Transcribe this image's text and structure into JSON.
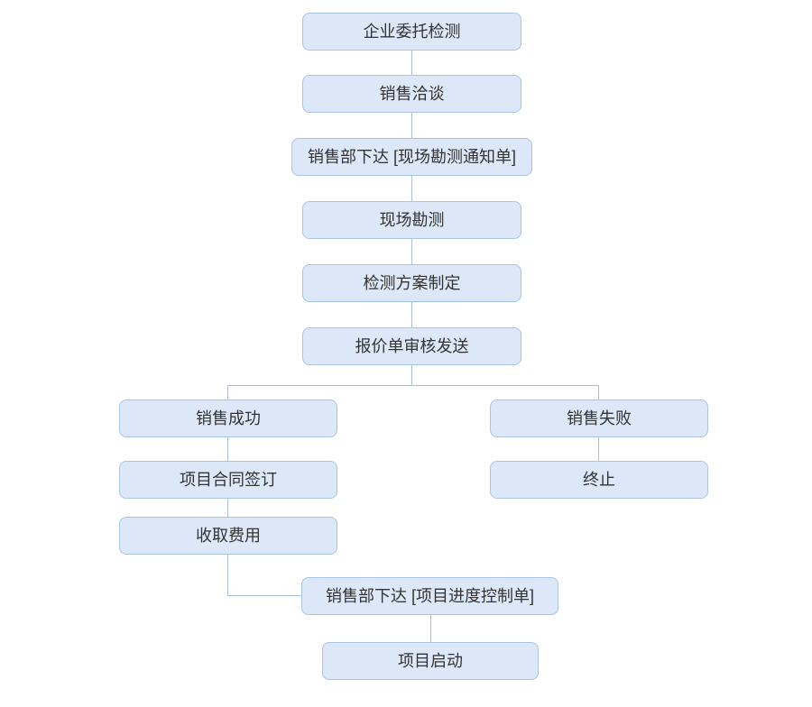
{
  "diagram": {
    "type": "flowchart",
    "colors": {
      "node_fill": "#dce8f7",
      "node_border": "#a8c3e6",
      "edge": "#aabfde",
      "text": "#333333",
      "background": "#ffffff"
    },
    "nodes": [
      {
        "id": "n1",
        "label": "企业委托检测"
      },
      {
        "id": "n2",
        "label": "销售洽谈"
      },
      {
        "id": "n3",
        "label": "销售部下达 [现场勘测通知单]"
      },
      {
        "id": "n4",
        "label": "现场勘测"
      },
      {
        "id": "n5",
        "label": "检测方案制定"
      },
      {
        "id": "n6",
        "label": "报价单审核发送"
      },
      {
        "id": "n7",
        "label": "销售成功"
      },
      {
        "id": "n8",
        "label": "销售失败"
      },
      {
        "id": "n9",
        "label": "项目合同签订"
      },
      {
        "id": "n10",
        "label": "终止"
      },
      {
        "id": "n11",
        "label": "收取费用"
      },
      {
        "id": "n12",
        "label": "销售部下达 [项目进度控制单]"
      },
      {
        "id": "n13",
        "label": "项目启动"
      }
    ],
    "edges": [
      {
        "from": "n1",
        "to": "n2"
      },
      {
        "from": "n2",
        "to": "n3"
      },
      {
        "from": "n3",
        "to": "n4"
      },
      {
        "from": "n4",
        "to": "n5"
      },
      {
        "from": "n5",
        "to": "n6"
      },
      {
        "from": "n6",
        "to": "n7"
      },
      {
        "from": "n6",
        "to": "n8"
      },
      {
        "from": "n7",
        "to": "n9"
      },
      {
        "from": "n8",
        "to": "n10"
      },
      {
        "from": "n9",
        "to": "n11"
      },
      {
        "from": "n11",
        "to": "n12"
      },
      {
        "from": "n12",
        "to": "n13"
      }
    ]
  }
}
